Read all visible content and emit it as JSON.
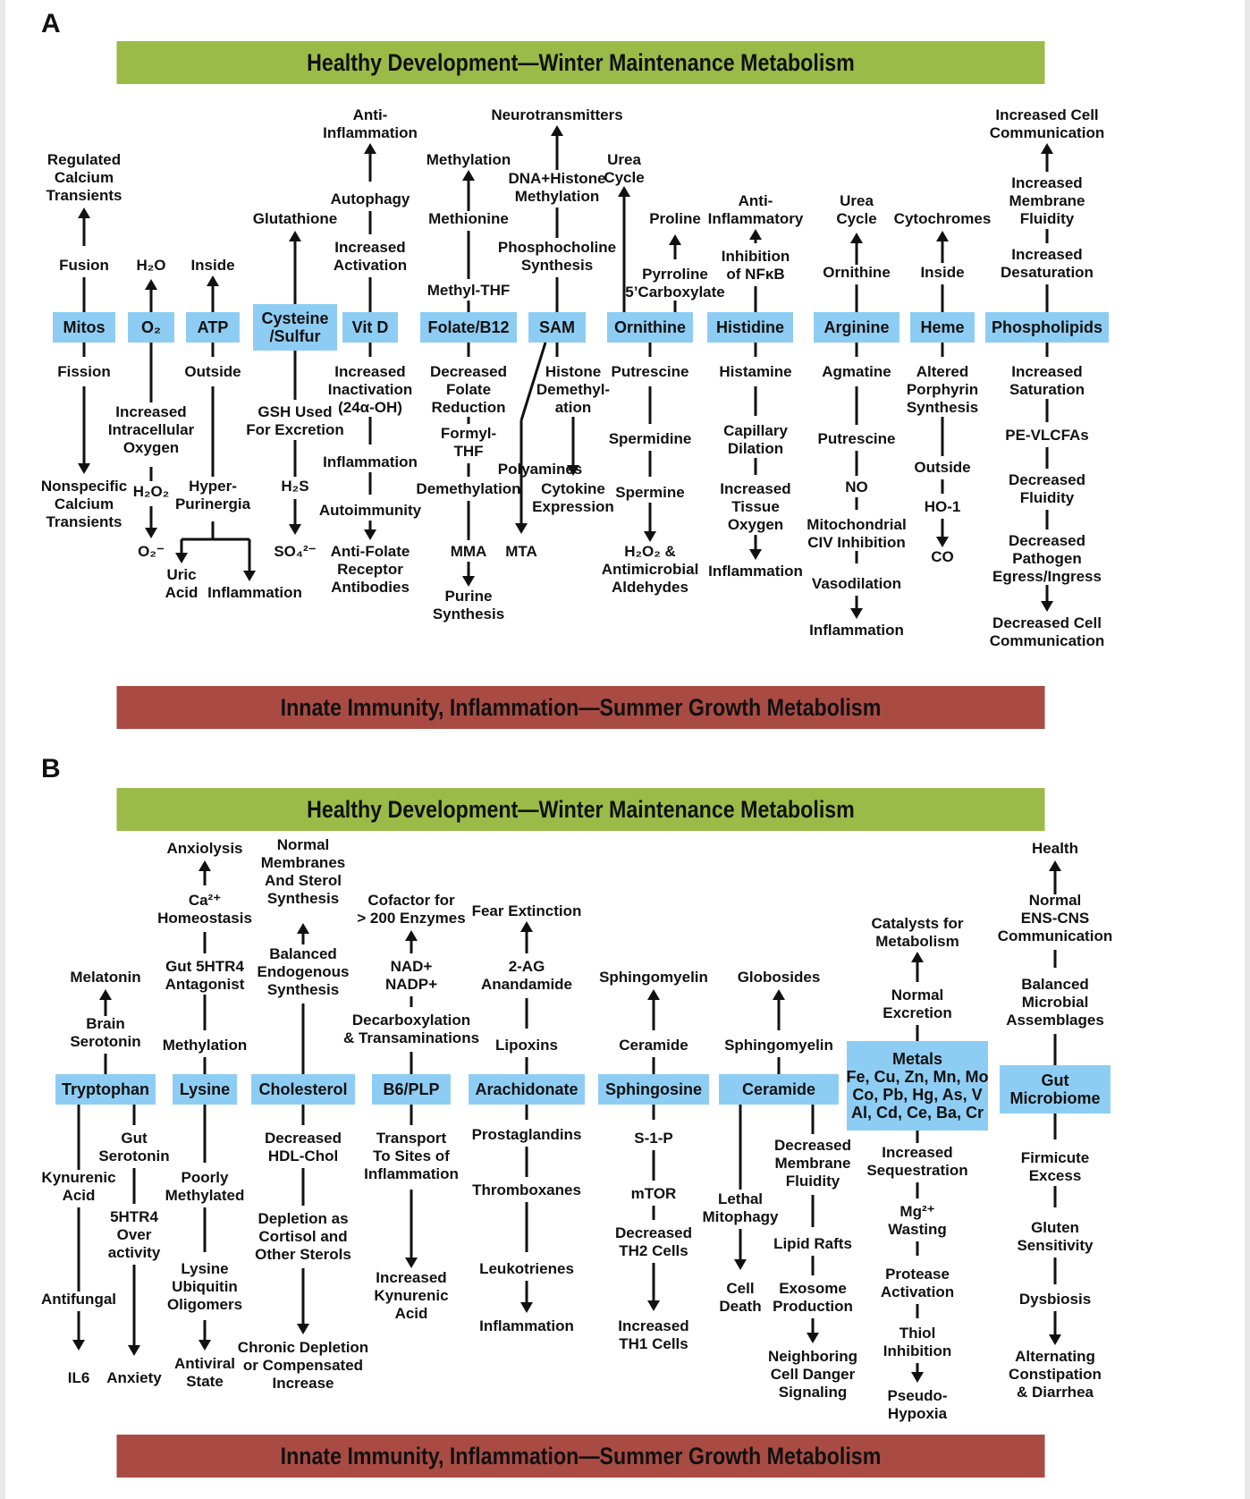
{
  "panel_a": {
    "letter": "A",
    "top_band": "Healthy Development—Winter Maintenance Metabolism",
    "bottom_band": "Innate Immunity, Inflammation—Summer Growth Metabolism",
    "hubs": [
      "Mitos",
      "O₂",
      "ATP",
      "Cysteine /Sulfur",
      "Vit D",
      "Folate/B12",
      "SAM",
      "Ornithine",
      "Histidine",
      "Arginine",
      "Heme",
      "Phospholipids"
    ]
  },
  "panel_b": {
    "letter": "B",
    "top_band": "Healthy Development—Winter Maintenance Metabolism",
    "bottom_band": "Innate Immunity, Inflammation—Summer Growth Metabolism",
    "hubs": [
      "Tryptophan",
      "Lysine",
      "Cholesterol",
      "B6/PLP",
      "Arachidonate",
      "Sphingosine",
      "Ceramide",
      "Metals Fe, Cu, Zn, Mn, Mo Co, Pb, Hg, As, V Al, Cd, Ce, Ba, Cr",
      "Gut Microbiome"
    ]
  }
}
